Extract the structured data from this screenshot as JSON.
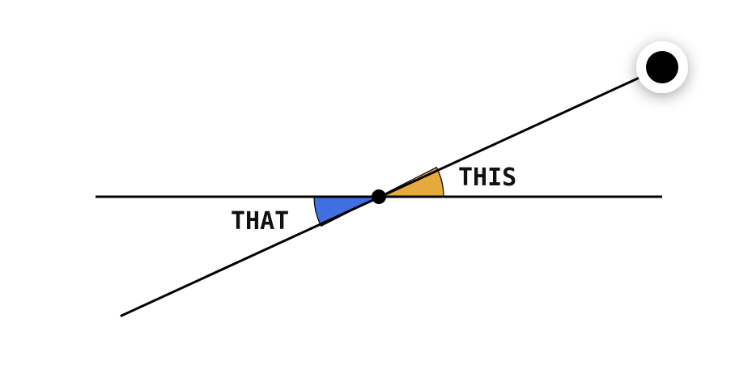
{
  "diagram": {
    "labels": {
      "this_angle": "THIS",
      "that_angle": "THAT"
    },
    "colors": {
      "line": "#000000",
      "this_angle_fill": "#E5A93D",
      "that_angle_fill": "#3F6FE0",
      "handle_fill": "#000000",
      "handle_ring": "#ffffff"
    },
    "angle_degrees": 27
  }
}
